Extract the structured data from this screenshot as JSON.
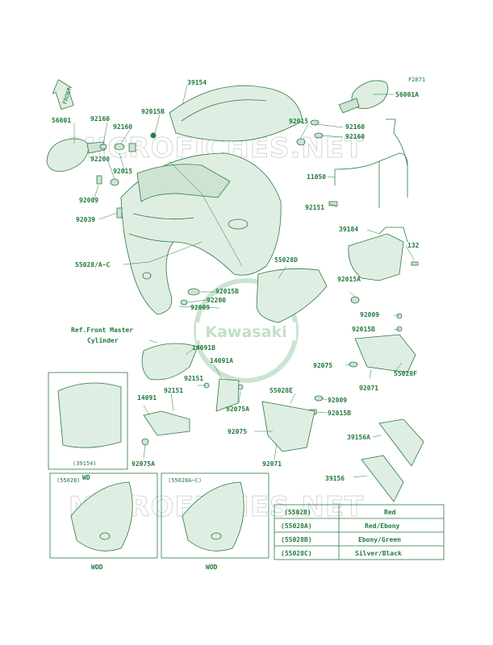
{
  "diagram_code": "F2871",
  "front_label": "FRONT",
  "watermark": "MICROFICHES.NET",
  "brand": "Kawasaki",
  "parts": {
    "p39154": "39154",
    "p56001A": "56001A",
    "p56001": "56001",
    "p92160a": "92160",
    "p92160b": "92160",
    "p92015Ba": "92015B",
    "p92015a": "92015",
    "p92160c": "92160",
    "p92160d": "92160",
    "p92200a": "92200",
    "p92015b": "92015",
    "p11050": "11050",
    "p92009a": "92009",
    "p92039": "92039",
    "p92151a": "92151",
    "p39184": "39184",
    "p132": "132",
    "p55028AC": "55028/A~C",
    "p55028D": "55028D",
    "p92015Bb": "92015B",
    "p92200b": "92200",
    "p92009b": "92009",
    "p92015A": "92015A",
    "p92009c": "92009",
    "p92015Bc": "92015B",
    "p14091B": "14091B",
    "p14091A": "14091A",
    "p92075a": "92075",
    "p55028F": "55028F",
    "p92071a": "92071",
    "p92151b": "92151",
    "p92151c": "92151",
    "p14091": "14091",
    "p92075A1": "92075A",
    "p55028E": "55028E",
    "p92009d": "92009",
    "p92015Bd": "92015B",
    "p92075b": "92075",
    "p92071b": "92071",
    "p92075A2": "92075A",
    "p39156A": "39156A",
    "p39156": "39156"
  },
  "ref_note_line1": "Ref.Front Master",
  "ref_note_line2": "Cylinder",
  "inset_windshield": {
    "part": "(39154)",
    "caption": "WD"
  },
  "inset_left": {
    "part": "(55028)",
    "caption": "WOD"
  },
  "inset_right": {
    "part": "(55028A~C)",
    "caption": "WOD"
  },
  "color_table": [
    {
      "code": "(55028)",
      "color": "Red"
    },
    {
      "code": "(55028A)",
      "color": "Red/Ebony"
    },
    {
      "code": "(55028B)",
      "color": "Ebony/Green"
    },
    {
      "code": "(55028C)",
      "color": "Silver/Black"
    }
  ],
  "colors": {
    "ink": "#2a7a43",
    "fill": "#dfeee2",
    "watermark": "#d6d6d6"
  }
}
